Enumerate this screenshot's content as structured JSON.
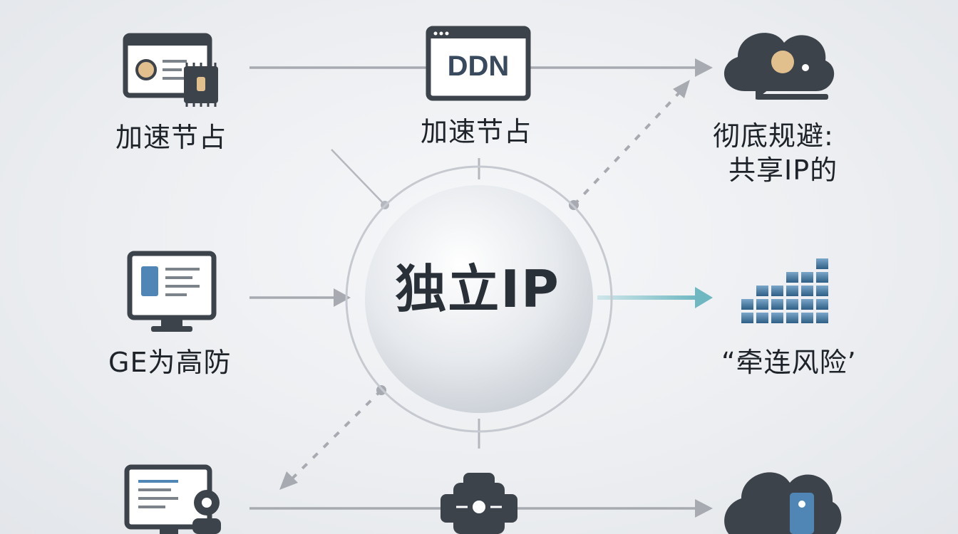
{
  "center": {
    "label": "独立IP"
  },
  "nodes": {
    "top_left": {
      "label": "加速节占"
    },
    "top_center": {
      "label": "加速节占",
      "screen_text": "DDN"
    },
    "top_right": {
      "line1": "彻底规避:",
      "line2": "共享IP的"
    },
    "mid_left": {
      "label": "GE为高防"
    },
    "mid_right": {
      "label": "“牵连风险’"
    }
  },
  "colors": {
    "icon_dark": "#3d434b",
    "accent_tan": "#e2c08e",
    "accent_blue": "#4f86b5",
    "arrow_gray": "#a7abb1",
    "arrow_teal": "#7cbfc6",
    "screen_light": "#eef0f2"
  }
}
